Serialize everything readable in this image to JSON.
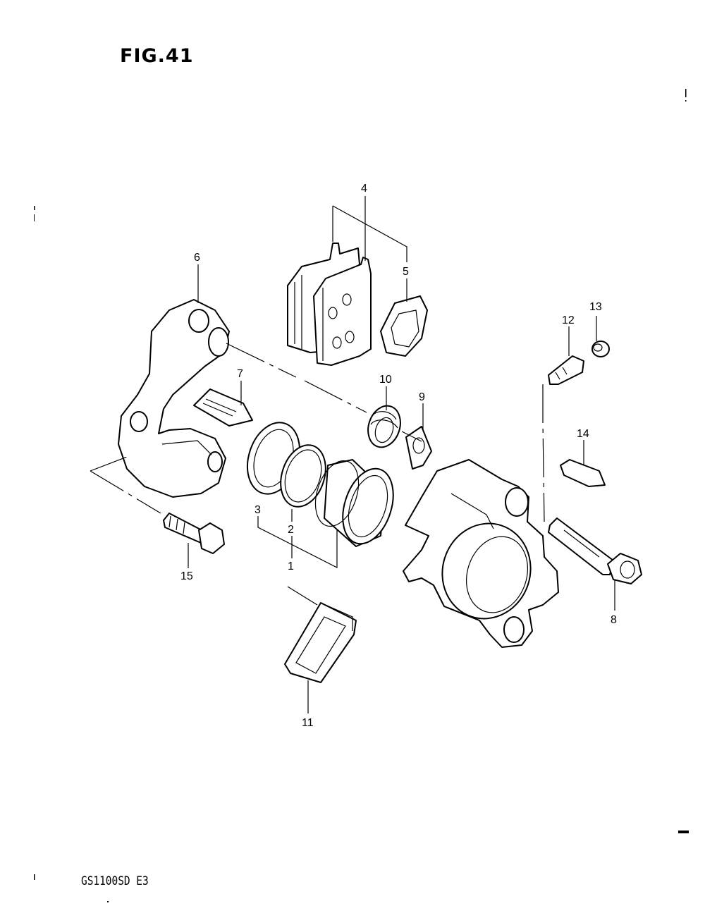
{
  "figure_title": "FIG.41",
  "model_code": "GS1100SD E3",
  "callouts": {
    "p1": "1",
    "p2": "2",
    "p3": "3",
    "p4": "4",
    "p5": "5",
    "p6": "6",
    "p7": "7",
    "p8": "8",
    "p9": "9",
    "p10": "10",
    "p11": "11",
    "p12": "12",
    "p13": "13",
    "p14": "14",
    "p15": "15"
  }
}
